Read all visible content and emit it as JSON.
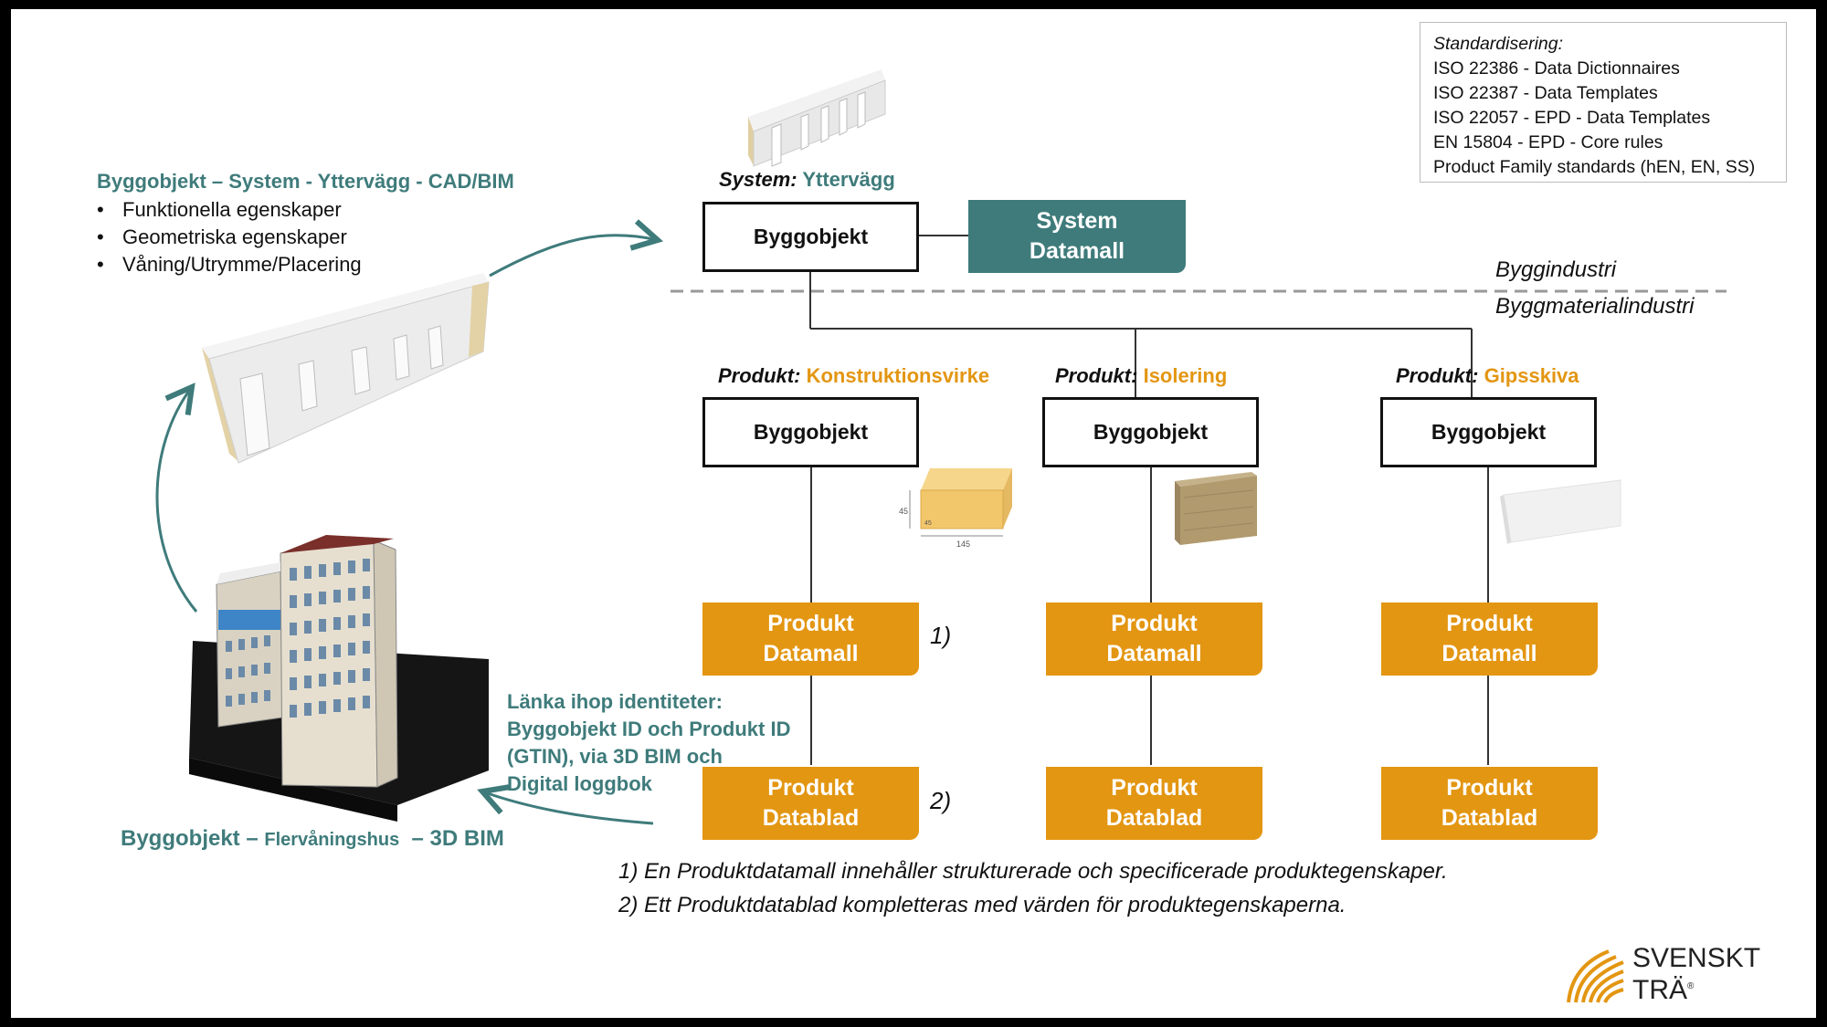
{
  "standards": {
    "title": "Standardisering:",
    "items": [
      "ISO 22386 - Data Dictionnaires",
      "ISO 22387 - Data Templates",
      "ISO 22057 - EPD - Data Templates",
      "EN 15804 -  EPD - Core rules",
      "Product Family standards (hEN, EN, SS)"
    ]
  },
  "left_panel": {
    "heading": "Byggobjekt – System - Yttervägg - CAD/BIM",
    "bullets": [
      "Funktionella egenskaper",
      "Geometriska egenskaper",
      "Våning/Utrymme/Placering"
    ],
    "link_note": [
      "Länka ihop identiteter:",
      "Byggobjekt ID och Produkt ID",
      "(GTIN), via 3D BIM och",
      "Digital loggbok"
    ],
    "building_caption": {
      "part1": "Byggobjekt",
      "part2": " – ",
      "part3": "Flervåningshus",
      "part4": "  – 3D BIM"
    }
  },
  "system": {
    "label_prefix": "System:",
    "label_value": "Yttervägg",
    "box_label": "Byggobjekt",
    "template_label_line1": "System",
    "template_label_line2": "Datamall"
  },
  "zones": {
    "upper": "Byggindustri",
    "lower": "Byggmaterialindustri"
  },
  "products": [
    {
      "label_prefix": "Produkt:",
      "label_value": "Konstruktionsvirke",
      "box_label": "Byggobjekt",
      "template": [
        "Produkt",
        "Datamall"
      ],
      "datasheet": [
        "Produkt",
        "Datablad"
      ]
    },
    {
      "label_prefix": "Produkt:",
      "label_value": "Isolering",
      "box_label": "Byggobjekt",
      "template": [
        "Produkt",
        "Datamall"
      ],
      "datasheet": [
        "Produkt",
        "Datablad"
      ]
    },
    {
      "label_prefix": "Produkt:",
      "label_value": "Gipsskiva",
      "box_label": "Byggobjekt",
      "template": [
        "Produkt",
        "Datamall"
      ],
      "datasheet": [
        "Produkt",
        "Datablad"
      ]
    }
  ],
  "markers": {
    "one": "1)",
    "two": "2)"
  },
  "timber_dims": {
    "height": "45",
    "side": "45",
    "width": "145"
  },
  "footnotes": [
    "1) En Produktdatamall innehåller strukturerade och specificerade produktegenskaper.",
    "2) Ett Produktdatablad kompletteras med värden för produktegenskaperna."
  ],
  "logo": {
    "line1": "SVENSKT",
    "line2": "TRÄ",
    "reg": "®"
  },
  "colors": {
    "teal": "#3f7b7b",
    "orange": "#e39612",
    "black": "#111111"
  }
}
